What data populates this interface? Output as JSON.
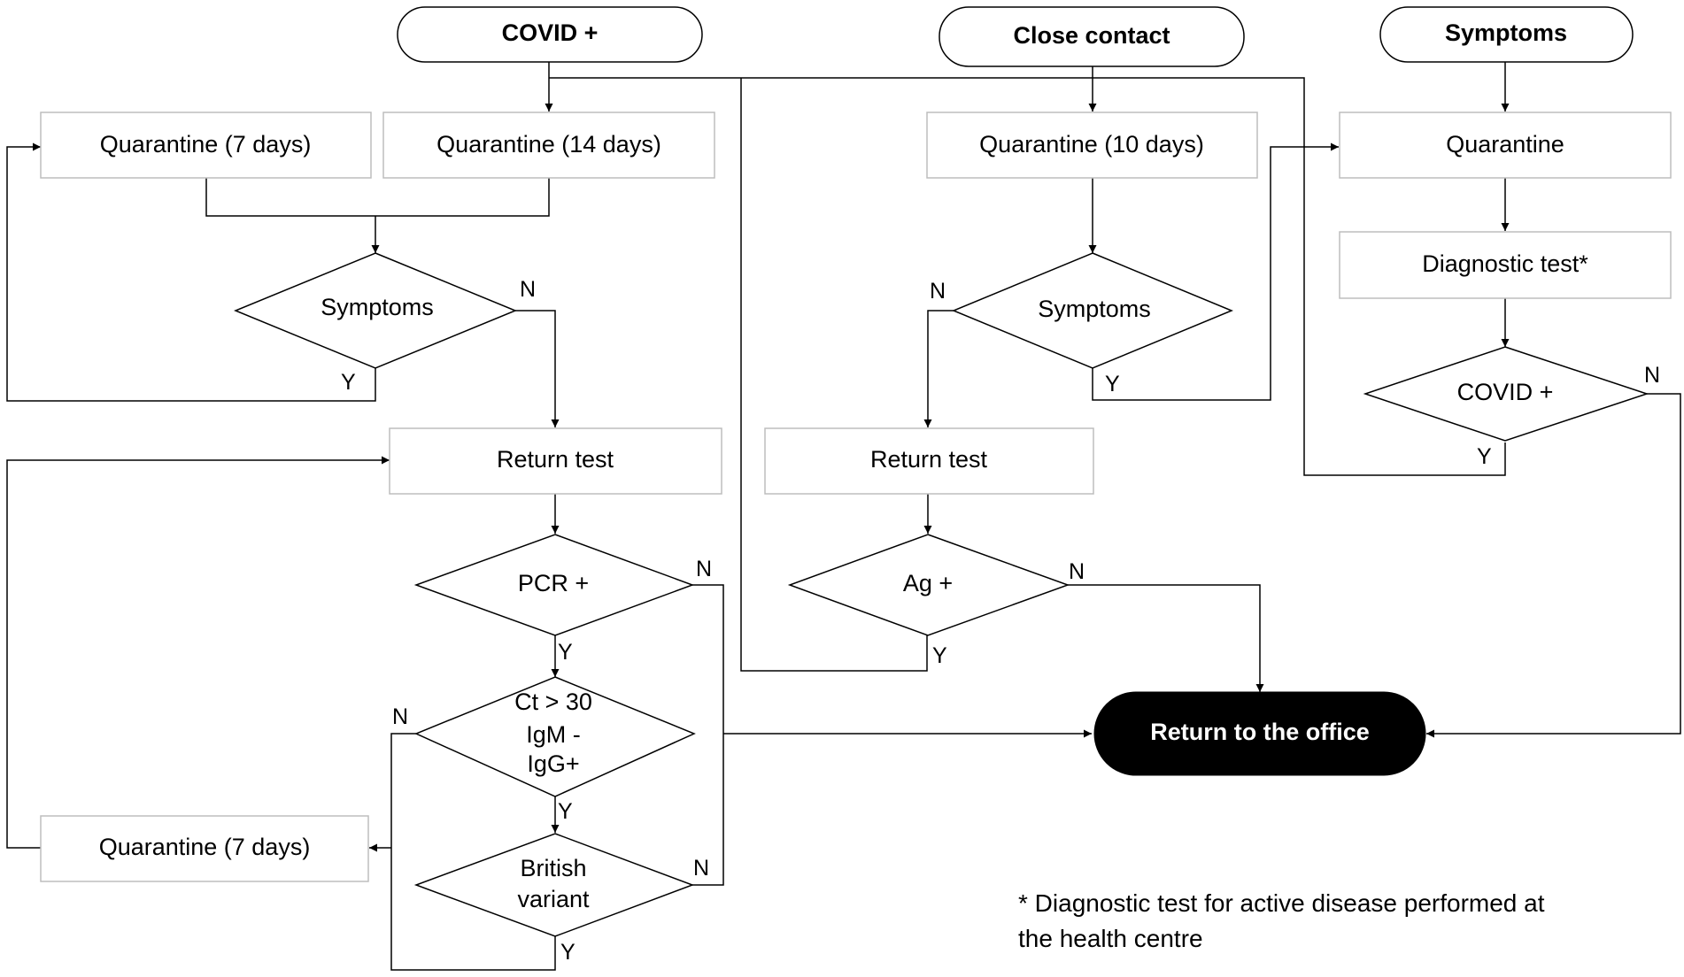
{
  "nodes": {
    "covid_start": "COVID +",
    "close_start": "Close contact",
    "symptoms_start": "Symptoms",
    "q7_top": "Quarantine (7 days)",
    "q14": "Quarantine (14 days)",
    "q10": "Quarantine (10 days)",
    "quarantine": "Quarantine",
    "diag_test": "Diagnostic test*",
    "symptoms_left": "Symptoms",
    "symptoms_mid": "Symptoms",
    "covid_plus": "COVID +",
    "return_test_left": "Return test",
    "return_test_mid": "Return test",
    "pcr": "PCR +",
    "ag": "Ag +",
    "ct_line1": "Ct > 30",
    "ct_line2": "IgM -",
    "ct_line3": "IgG+",
    "british_line1": "British",
    "british_line2": "variant",
    "q7_bottom": "Quarantine (7 days)",
    "return_office": "Return to the office"
  },
  "labels": {
    "yes": "Y",
    "no": "N"
  },
  "footnote": {
    "line1": "* Diagnostic test for active disease performed at",
    "line2": "the health centre"
  },
  "colors": {
    "terminal_fill": "#000000",
    "box_border": "#bdbdbd"
  }
}
